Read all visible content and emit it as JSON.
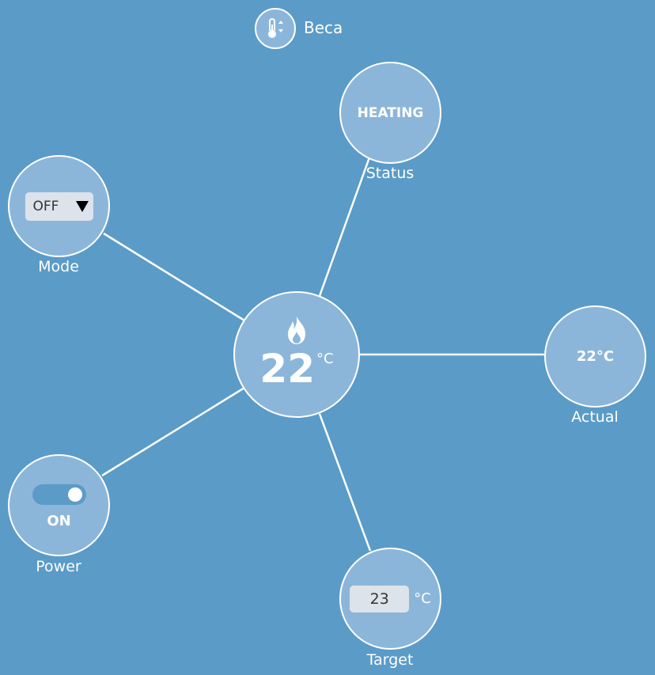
{
  "header": {
    "title": "Beca",
    "icon": "thermostat-icon"
  },
  "center": {
    "icon": "flame-icon",
    "temperature": "22",
    "unit": "°C"
  },
  "status": {
    "value": "HEATING",
    "label": "Status"
  },
  "mode": {
    "selected": "OFF",
    "label": "Mode"
  },
  "actual": {
    "value": "22°C",
    "label": "Actual"
  },
  "power": {
    "state": "ON",
    "toggle_on": true,
    "label": "Power"
  },
  "target": {
    "value": "23",
    "unit": "°C",
    "label": "Target"
  },
  "colors": {
    "background": "#5b9bc7",
    "bubble": "#8cb6d9",
    "line": "#ffffff"
  }
}
